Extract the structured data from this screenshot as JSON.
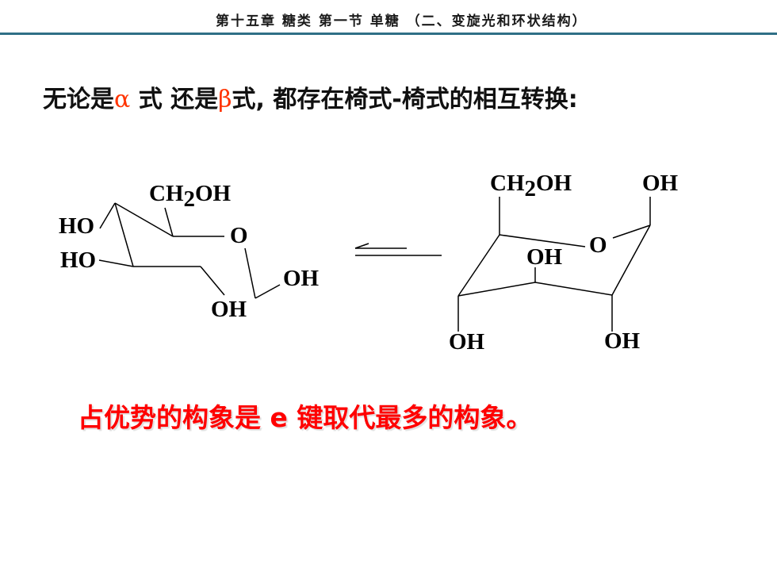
{
  "header": {
    "text": "第十五章 糖类 第一节 单糖 （二、变旋光和环状结构）"
  },
  "title": {
    "part1": "无论是",
    "alpha": "α",
    "part2": " 式 还是",
    "beta": "β",
    "part3": "式, 都存在椅式-椅式的相互转换:"
  },
  "left_structure": {
    "ch2oh_main": "CH",
    "ch2oh_sub": "2",
    "ch2oh_tail": "OH",
    "ring_o": "O",
    "ho_top": "HO",
    "ho_mid": "HO",
    "oh_right": "OH",
    "oh_bottom": "OH"
  },
  "right_structure": {
    "ch2oh_main": "CH",
    "ch2oh_sub": "2",
    "ch2oh_tail": "OH",
    "oh_top_right": "OH",
    "ring_o": "O",
    "oh_inner": "OH",
    "oh_bottom_left": "OH",
    "oh_bottom_right": "OH"
  },
  "conclusion": {
    "text": "占优势的构象是 e 键取代最多的构象。"
  },
  "colors": {
    "header_rule": "#2f6f86",
    "greek": "#ff3300",
    "conclusion": "#ff0000"
  }
}
